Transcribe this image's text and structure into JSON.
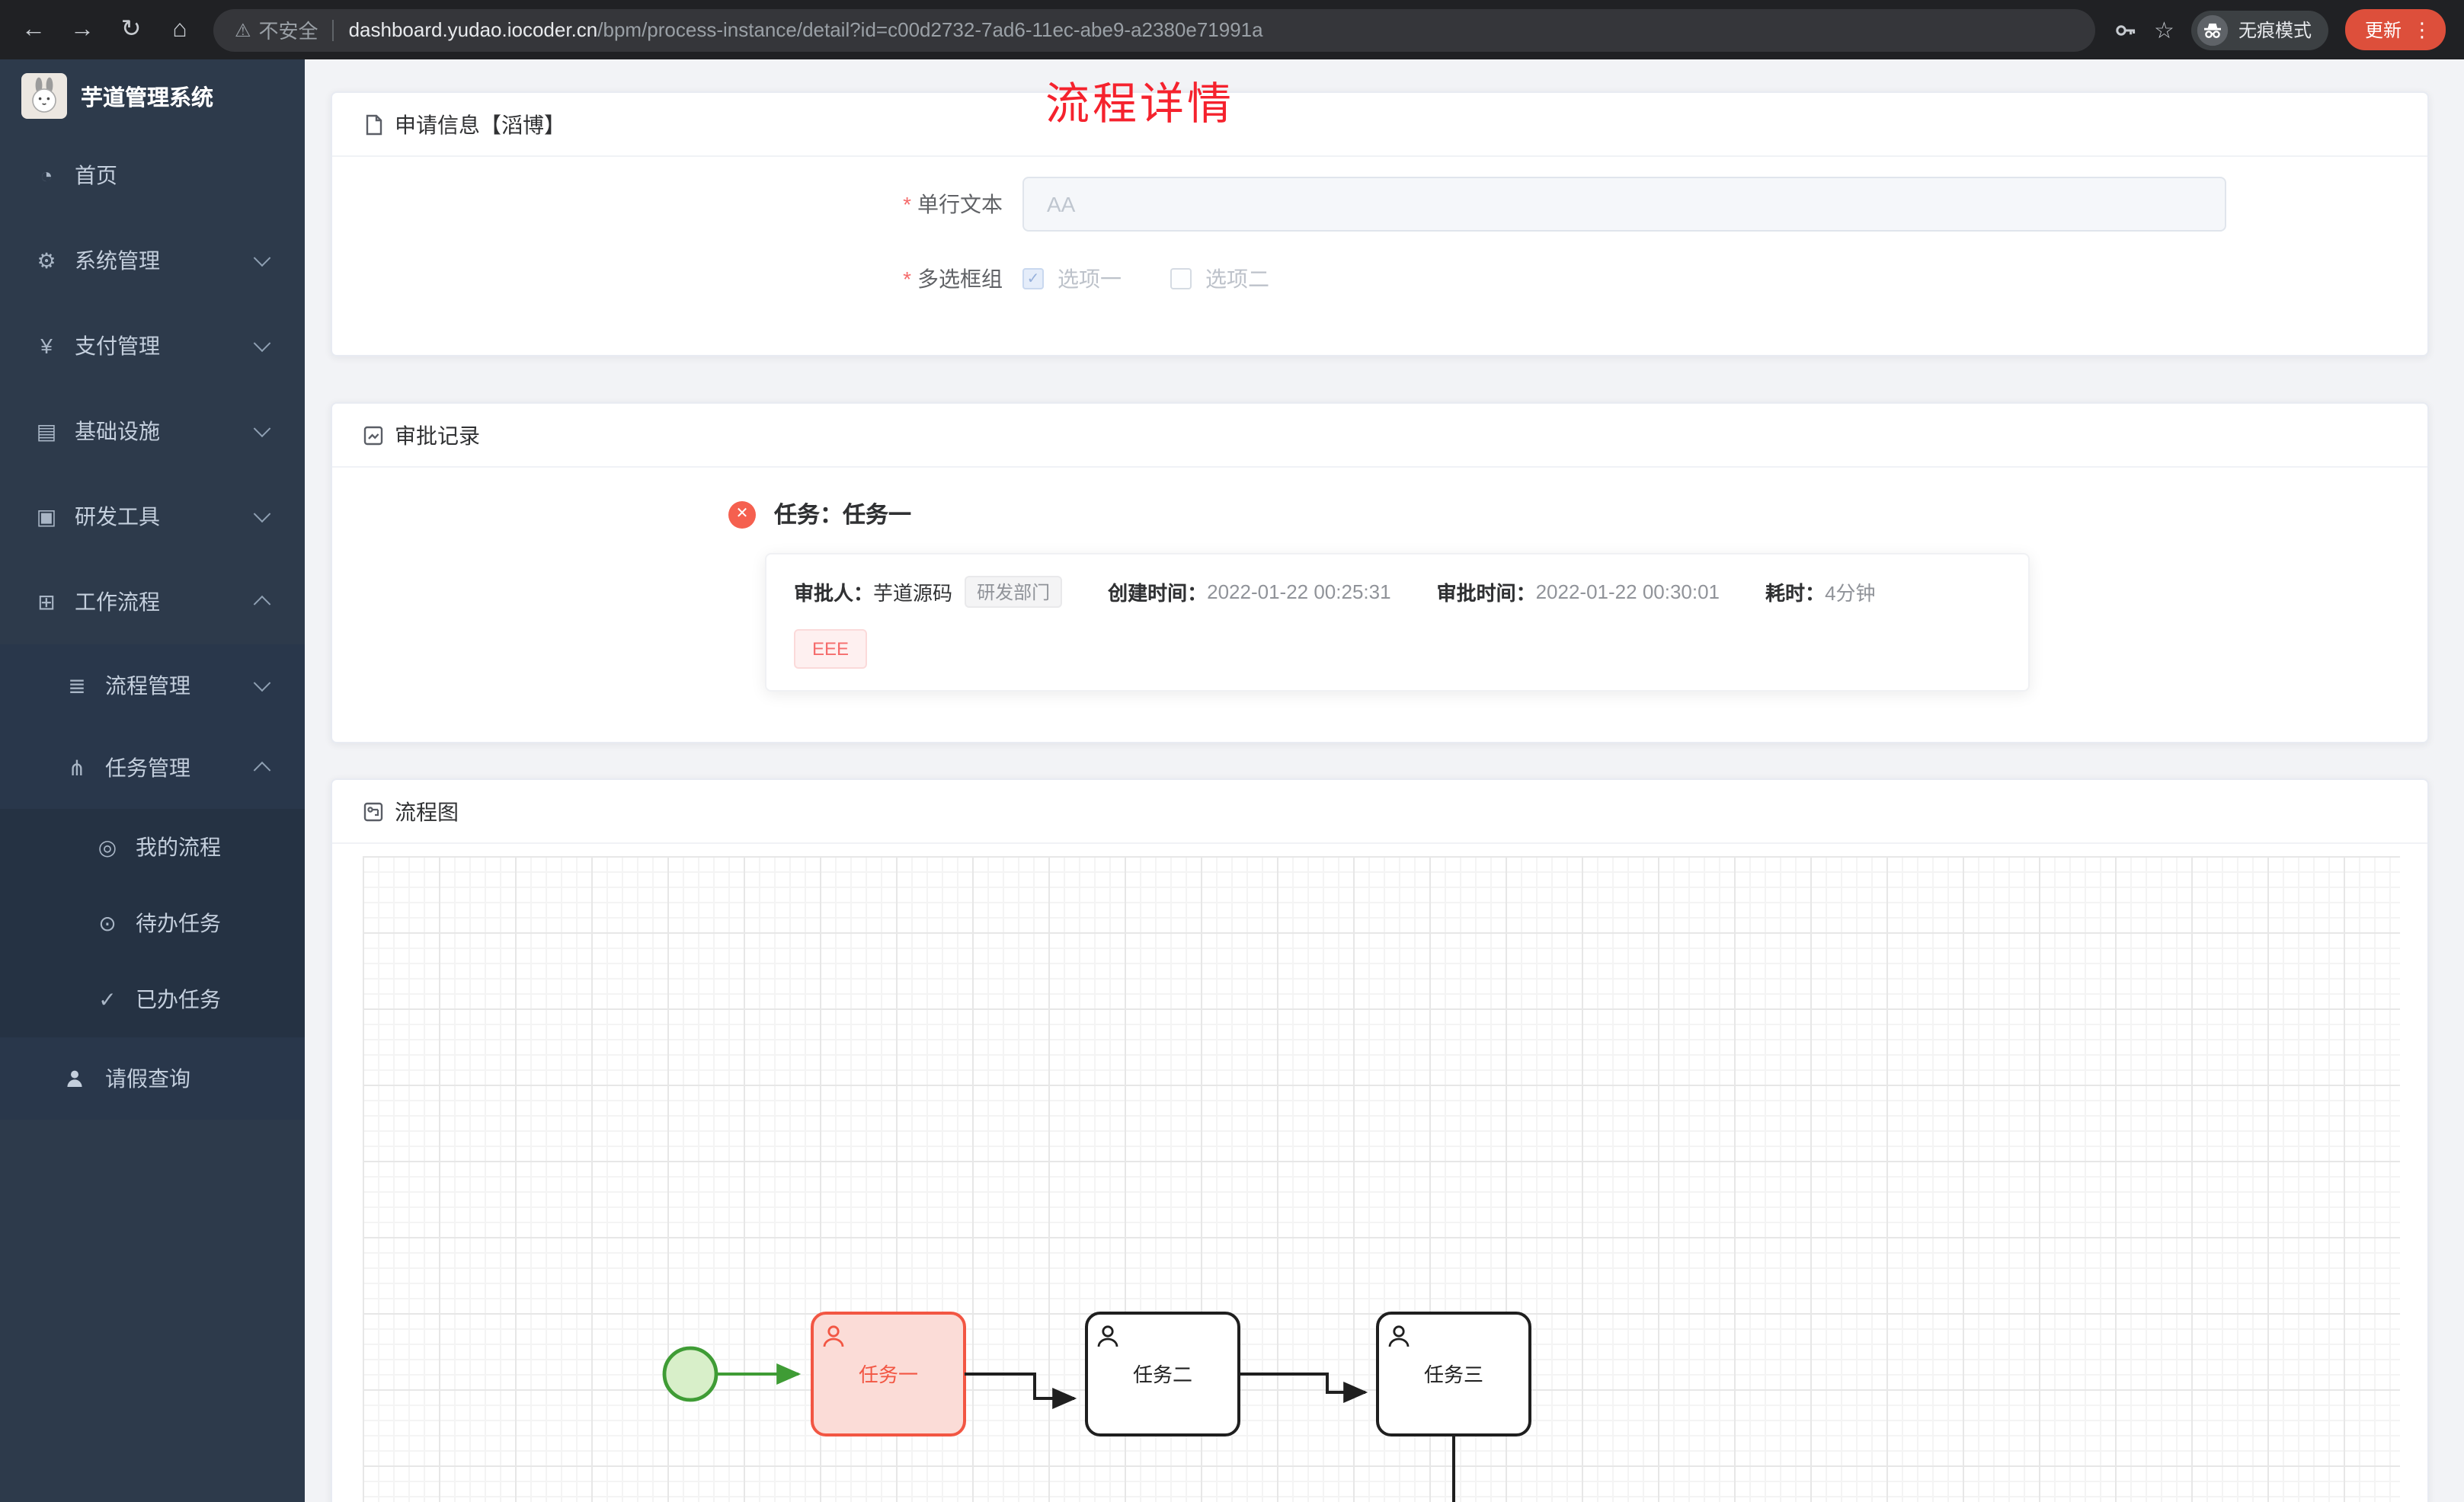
{
  "browser": {
    "security_chip": "不安全",
    "url_host": "dashboard.yudao.iocoder.cn",
    "url_path": "/bpm/process-instance/detail?id=c00d2732-7ad6-11ec-abe9-a2380e71991a",
    "incognito_label": "无痕模式",
    "update_button": "更新"
  },
  "icons": {
    "back": "←",
    "forward": "→",
    "reload": "↻",
    "home": "⌂",
    "warning": "⚠",
    "star": "☆",
    "kebab": "⋮",
    "dashboard": "◔",
    "gear": "⚙",
    "yen": "¥",
    "infrastructure": "▤",
    "devtools": "▣",
    "workflow": "⊞",
    "process_mgmt": "≣",
    "task_mgmt": "⋔",
    "my_process": "◎",
    "todo": "⊙",
    "done": "✓",
    "check": "✓",
    "close": "✕",
    "required": "*"
  },
  "sidebar": {
    "app_title": "芋道管理系统",
    "menu": [
      {
        "label": "首页"
      },
      {
        "label": "系统管理"
      },
      {
        "label": "支付管理"
      },
      {
        "label": "基础设施"
      },
      {
        "label": "研发工具"
      },
      {
        "label": "工作流程"
      },
      {
        "label": "流程管理"
      },
      {
        "label": "任务管理"
      },
      {
        "label": "我的流程"
      },
      {
        "label": "待办任务"
      },
      {
        "label": "已办任务"
      },
      {
        "label": "请假查询"
      }
    ]
  },
  "page": {
    "title": "流程详情"
  },
  "apply_card": {
    "title": "申请信息【滔博】",
    "fields": [
      {
        "label": "单行文本",
        "required": true,
        "placeholder": "AA"
      },
      {
        "label": "多选框组",
        "required": true,
        "options": [
          {
            "label": "选项一",
            "checked": true
          },
          {
            "label": "选项二",
            "checked": false
          }
        ]
      }
    ]
  },
  "approval_card": {
    "title": "审批记录",
    "task_title": "任务：任务一",
    "approver_label": "审批人：",
    "approver": "芋道源码",
    "dept_tag": "研发部门",
    "create_label": "创建时间：",
    "create_time": "2022-01-22 00:25:31",
    "approve_label": "审批时间：",
    "approve_time": "2022-01-22 00:30:01",
    "duration_label": "耗时：",
    "duration": "4分钟",
    "reason_tag": "EEE"
  },
  "diagram_card": {
    "title": "流程图",
    "nodes": [
      {
        "label": "任务一",
        "status": "rejected"
      },
      {
        "label": "任务二",
        "status": "not-started"
      },
      {
        "label": "任务三",
        "status": "not-started"
      }
    ],
    "colors": {
      "rejected_stroke": "#f25643",
      "rejected_fill": "#fbdcd7",
      "start_green": "#3f9c35"
    }
  }
}
